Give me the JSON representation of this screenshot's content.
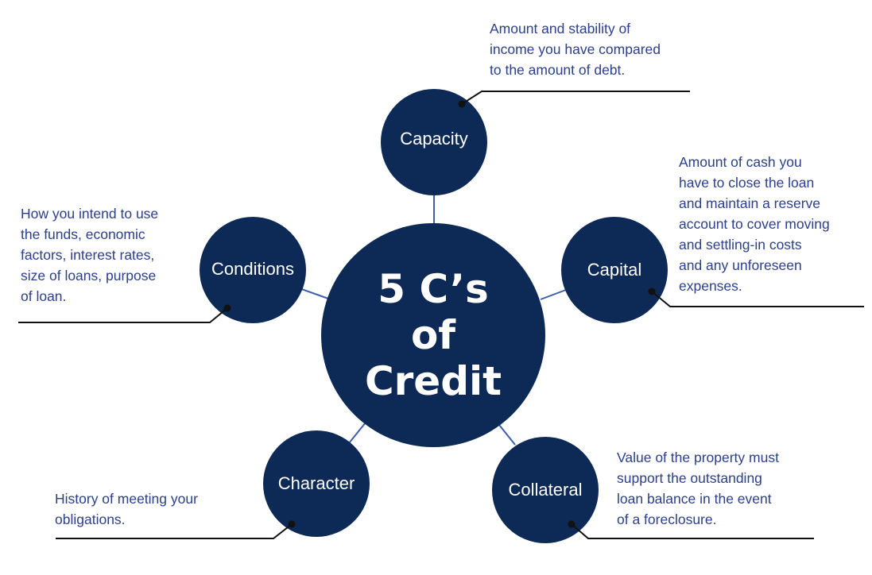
{
  "colors": {
    "circle": "#0d2a57",
    "connector": "#3d5eb0",
    "callout_line": "#111111",
    "description_text": "#2b3f8c",
    "label_text": "#ffffff"
  },
  "center": {
    "title": "5 C’s\nof\nCredit"
  },
  "nodes": {
    "capacity": {
      "label": "Capacity",
      "description": "Amount and stability of\nincome you have compared\nto the amount of debt."
    },
    "capital": {
      "label": "Capital",
      "description": "Amount of cash you\nhave to close the loan\nand maintain a reserve\naccount to cover moving\nand settling-in costs\nand any unforeseen\nexpenses."
    },
    "collateral": {
      "label": "Collateral",
      "description": "Value of the property must\nsupport the outstanding\nloan balance in the event\nof a foreclosure."
    },
    "character": {
      "label": "Character",
      "description": "History of meeting your\nobligations."
    },
    "conditions": {
      "label": "Conditions",
      "description": "How you intend to use\nthe funds, economic\nfactors, interest rates,\nsize of loans, purpose\nof loan."
    }
  }
}
